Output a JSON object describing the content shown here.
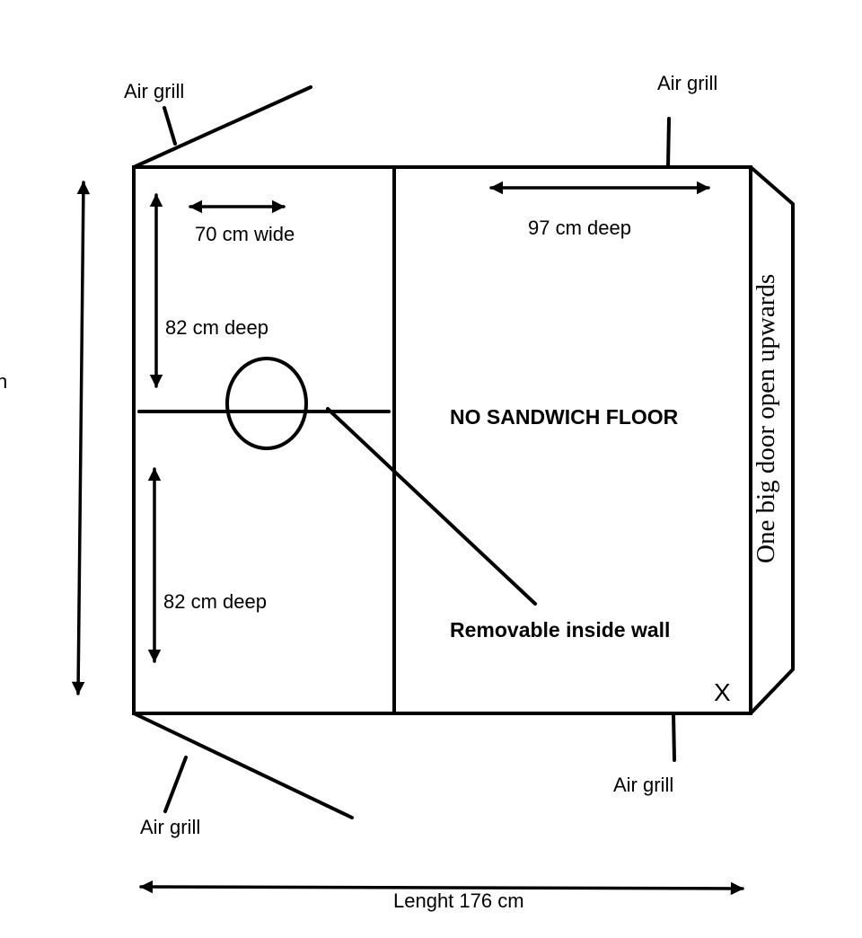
{
  "labels": {
    "air_grill_top_left": "Air grill",
    "air_grill_top_right": "Air grill",
    "air_grill_bottom_left": "Air grill",
    "air_grill_bottom_right": "Air grill",
    "width_top_left": "70 cm wide",
    "depth_upper_left": "82 cm deep",
    "depth_lower_left": "82 cm deep",
    "depth_right": "97 cm deep",
    "no_sandwich_floor": "NO SANDWICH FLOOR",
    "removable_inside_wall": "Removable inside wall",
    "door": "One big door open upwards",
    "mark_x": "X",
    "length": "Lenght 176  cm",
    "left_edge_fragment": "n"
  }
}
